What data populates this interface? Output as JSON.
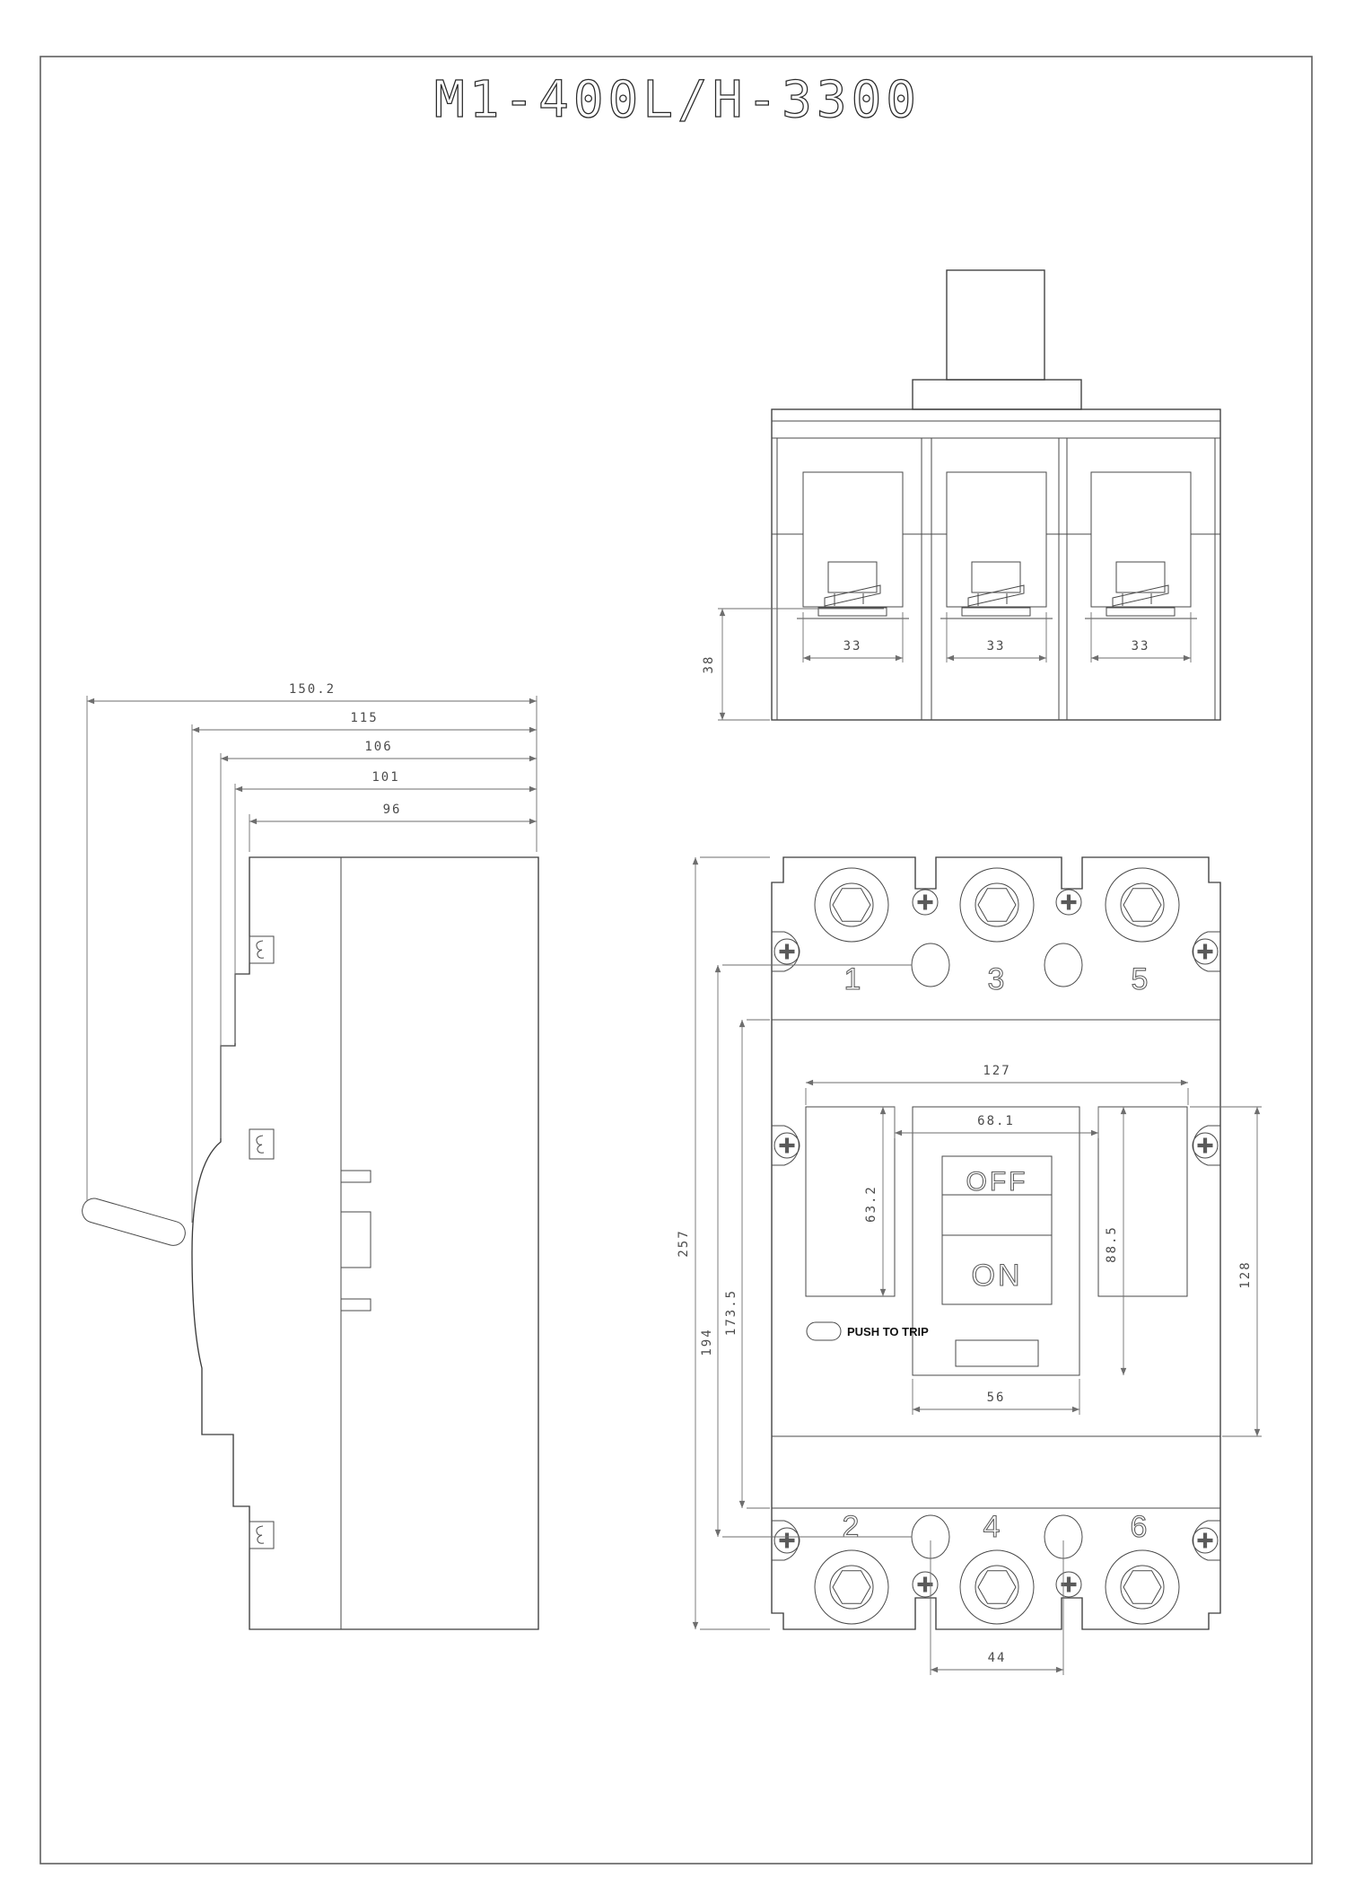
{
  "page": {
    "title": "M1-400L/H-3300"
  },
  "top_view": {
    "pole_width_dims": [
      "33",
      "33",
      "33"
    ],
    "terminal_depth_dim": "38"
  },
  "side_view": {
    "depth_dims": [
      "150.2",
      "115",
      "106",
      "101",
      "96"
    ]
  },
  "front_view": {
    "upper_pole_numbers": [
      "1",
      "3",
      "5"
    ],
    "lower_pole_numbers": [
      "2",
      "4",
      "6"
    ],
    "switch": {
      "off_label": "OFF",
      "on_label": "ON"
    },
    "trip_button_label": "PUSH TO TRIP",
    "dims": {
      "overall_height": "257",
      "mounting_hole_span": "194",
      "cover_height": "173.5",
      "cover_width": "127",
      "recess_inner_width": "68.1",
      "left_wall_height": "63.2",
      "recess_height": "88.5",
      "escutcheon_height": "128",
      "recess_bottom_width": "56",
      "slot_span": "44"
    }
  },
  "colors": {
    "line": "#3c3c3c",
    "dim_line": "#6e6e6e",
    "dim_text": "#4c4c4c"
  }
}
